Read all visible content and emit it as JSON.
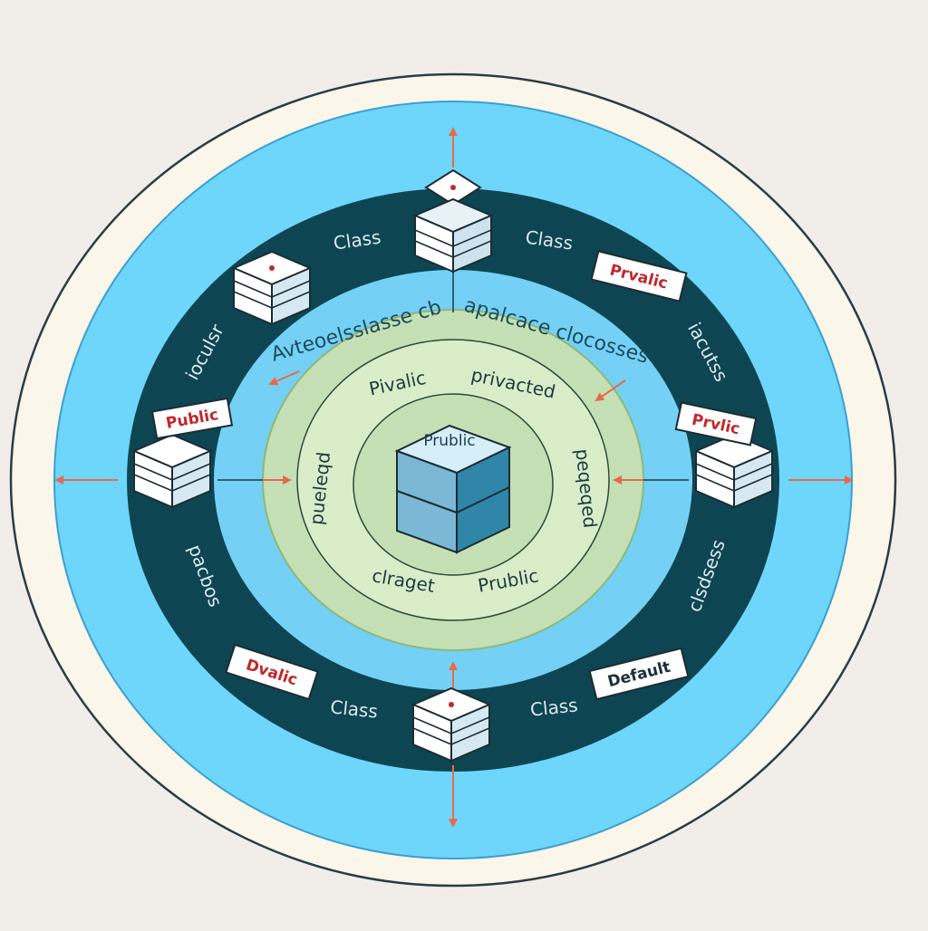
{
  "colors": {
    "background": "#f1eeea",
    "outer_ring": "#fbf6ea",
    "sky_ring": "#6fd6fb",
    "navy_ring": "#0e4552",
    "light_ring": "#74d1f5",
    "green_ring": "#c5e0b4",
    "inner_green": "#d9edc9",
    "arrow": "#e76a4b",
    "tag_red": "#c0282c"
  },
  "ring_labels": {
    "class_top_left": "Class",
    "class_top_right": "Class",
    "class_bottom_left": "Class",
    "class_bottom_right": "Class",
    "left_upper": "ioculsr",
    "left_lower": "pacbos",
    "right_upper": "iacutss",
    "right_lower": "clsdsess",
    "arc_top_left": "Avteoelsslasse cb",
    "arc_top_right": "apalcace clocosses"
  },
  "tags": {
    "top_right": "Prvalic",
    "left": "Public",
    "right": "Prvlic",
    "bottom_left": "Dvalic",
    "bottom_right": "Default"
  },
  "inner_labels": {
    "top_left": "Pivalic",
    "top_right": "privacted",
    "left": "pueleqd",
    "right": "peqeqed",
    "bottom_left": "clraget",
    "bottom_right": "Prublic"
  },
  "core": {
    "label": "Prublic"
  }
}
